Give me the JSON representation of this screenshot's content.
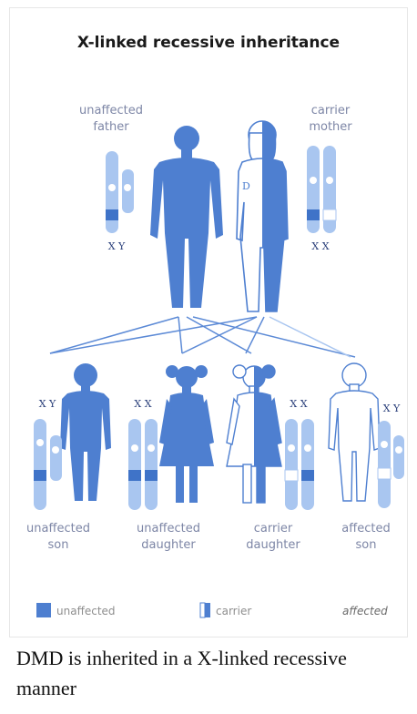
{
  "diagram": {
    "title": "X-linked recessive inheritance",
    "parents": {
      "father": {
        "line1": "unaffected",
        "line2": "father",
        "chromosomes": "X Y"
      },
      "mother": {
        "line1": "carrier",
        "line2": "mother",
        "chromosomes": "X X"
      }
    },
    "children": [
      {
        "line1": "unaffected",
        "line2": "son",
        "chromosomes": "X Y"
      },
      {
        "line1": "unaffected",
        "line2": "daughter",
        "chromosomes": "X X"
      },
      {
        "line1": "carrier",
        "line2": "daughter",
        "chromosomes": "X X"
      },
      {
        "line1": "affected",
        "line2": "son",
        "chromosomes": "X Y"
      }
    ],
    "legend": {
      "unaffected": "unaffected",
      "carrier": "carrier",
      "affected": "affected"
    },
    "colors": {
      "figure_blue": "#4e7fd0",
      "chromosome_light": "#a9c6f0",
      "chromosome_dark": "#3f73c8",
      "line_blue": "#5c8ad6"
    }
  },
  "caption": "DMD is inherited in a X-linked recessive manner"
}
